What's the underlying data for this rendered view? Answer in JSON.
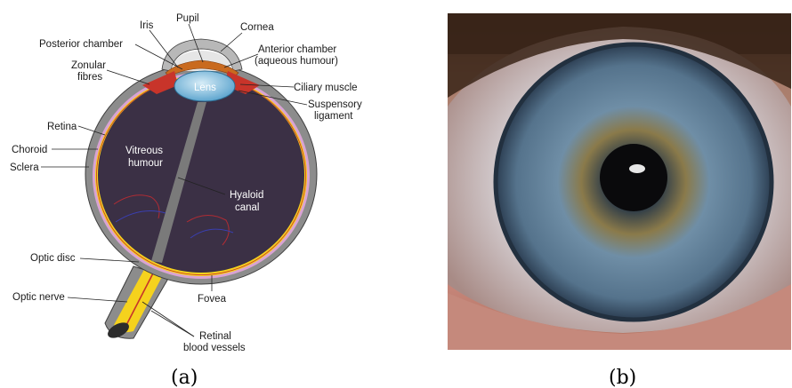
{
  "panel_a": {
    "caption": "(a)",
    "labels": {
      "pupil": "Pupil",
      "iris": "Iris",
      "cornea": "Cornea",
      "posterior_chamber": "Posterior chamber",
      "anterior_chamber_1": "Anterior chamber",
      "anterior_chamber_2": "(aqueous humour)",
      "zonular_1": "Zonular",
      "zonular_2": "fibres",
      "lens": "Lens",
      "ciliary_muscle": "Ciliary muscle",
      "suspensory_1": "Suspensory",
      "suspensory_2": "ligament",
      "retina": "Retina",
      "choroid": "Choroid",
      "sclera": "Sclera",
      "vitreous_1": "Vitreous",
      "vitreous_2": "humour",
      "hyaloid_1": "Hyaloid",
      "hyaloid_2": "canal",
      "optic_disc": "Optic disc",
      "optic_nerve": "Optic nerve",
      "fovea": "Fovea",
      "retinal_vessels_1": "Retinal",
      "retinal_vessels_2": "blood vessels"
    }
  },
  "panel_b": {
    "caption": "(b)"
  },
  "colors": {
    "sclera": "#8c8c8c",
    "vitreous": "#3b3045",
    "retina_yellow": "#f5d21d",
    "choroid_pink": "#d9a3d3",
    "lens_blue": "#8cc3e0",
    "iris_orange": "#c96a1f",
    "ciliary_red": "#c8342a",
    "photo_iris": "#5d7d96"
  }
}
